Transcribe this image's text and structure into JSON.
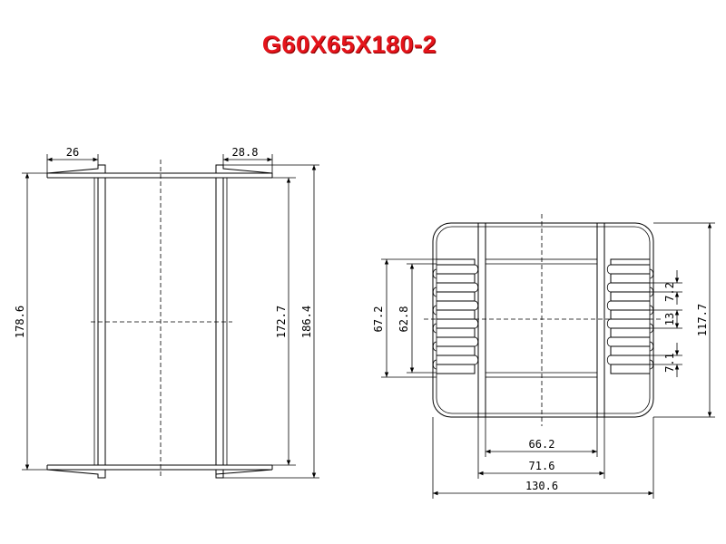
{
  "title": "G60X65X180-2",
  "side_view": {
    "dim_top_left": "26",
    "dim_top_right": "28.8",
    "dim_height_left": "178.6",
    "dim_inner_height": "172.7",
    "dim_outer_height": "186.4"
  },
  "front_view": {
    "dim_left_outer": "67.2",
    "dim_left_inner": "62.8",
    "dim_fin_top": "7.2",
    "dim_fin_gap": "13",
    "dim_fin_bottom": "7.1",
    "dim_total_height": "117.7",
    "dim_bottom_inner": "66.2",
    "dim_bottom_mid": "71.6",
    "dim_bottom_total": "130.6"
  }
}
